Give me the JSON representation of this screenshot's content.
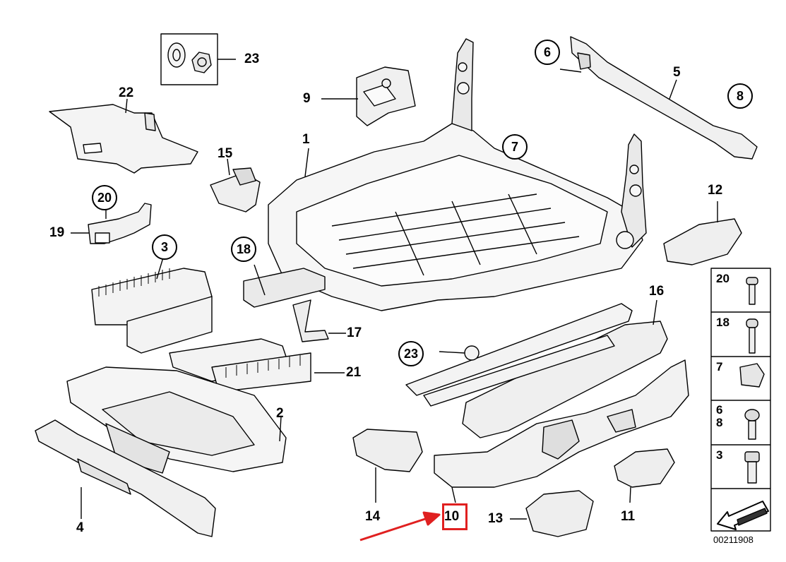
{
  "diagram": {
    "catalog_number": "00211908",
    "callouts": {
      "c1": "1",
      "c2": "2",
      "c3": "3",
      "c4": "4",
      "c5": "5",
      "c6": "6",
      "c7": "7",
      "c8": "8",
      "c9": "9",
      "c10": "10",
      "c11": "11",
      "c12": "12",
      "c13": "13",
      "c14": "14",
      "c15": "15",
      "c16": "16",
      "c17": "17",
      "c18": "18",
      "c19": "19",
      "c20": "20",
      "c21": "21",
      "c22": "22",
      "c23a": "23",
      "c23b": "23"
    },
    "legend": [
      {
        "label": "20"
      },
      {
        "label": "18"
      },
      {
        "label": "7"
      },
      {
        "label": "6\n8"
      },
      {
        "label": "3"
      }
    ],
    "highlight": {
      "part": "10",
      "color": "#e02020"
    }
  }
}
